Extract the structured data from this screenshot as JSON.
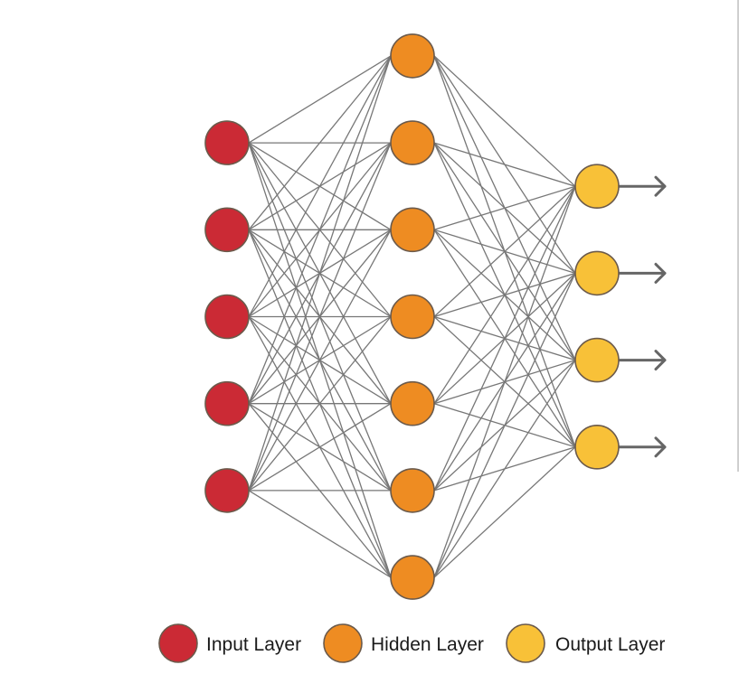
{
  "diagram": {
    "title": "Neural network architecture",
    "colors": {
      "input": "#CB2A35",
      "hidden": "#EE8C22",
      "output": "#F8C138",
      "edge": "#777777",
      "arrow": "#666666",
      "node_stroke": "#6b5a4b"
    },
    "layers": [
      {
        "id": "input",
        "label": "Input Layer",
        "node_count": 5,
        "color_key": "input"
      },
      {
        "id": "hidden",
        "label": "Hidden Layer",
        "node_count": 7,
        "color_key": "hidden"
      },
      {
        "id": "output",
        "label": "Output Layer",
        "node_count": 4,
        "color_key": "output",
        "has_output_arrows": true
      }
    ],
    "connections": [
      {
        "from": "input",
        "to": "hidden",
        "type": "fully-connected"
      },
      {
        "from": "hidden",
        "to": "output",
        "type": "fully-connected"
      }
    ]
  },
  "legend": {
    "items": [
      {
        "label": "Input Layer",
        "color_key": "input"
      },
      {
        "label": "Hidden Layer",
        "color_key": "hidden"
      },
      {
        "label": "Output Layer",
        "color_key": "output"
      }
    ]
  }
}
